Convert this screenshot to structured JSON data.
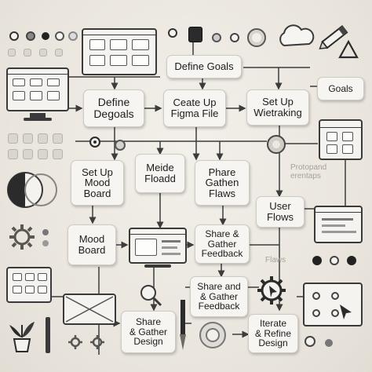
{
  "nodes": {
    "define_goals_top": "Define Goals",
    "define_degoals": "Define\nDegoals",
    "ceate_up_figma": "Ceate Up\nFigma File",
    "set_up_wietraking": "Set Up\nWietraking",
    "goals": "Goals",
    "set_up_mood_board": "Set Up\nMood\nBoard",
    "meide_floadd": "Meide\nFloadd",
    "phare_gathen_flaws": "Phare\nGathen\nFlaws",
    "user_flows": "User\nFlows",
    "mood_board": "Mood\nBoard",
    "share_gather_feedback_1": "Share &\nGather\nFeedback",
    "share_and_gather_feedback": "Share and\n& Gather\nFeedback",
    "share_gather_design": "Share\n& Gather\nDesign",
    "iterate_refine_design": "Iterate\n& Refine\nDesign"
  },
  "faint_labels": {
    "protopand": "Protopand\nerentaps",
    "flaws_ghost": "Flaws"
  },
  "colors": {
    "background": "#ece8e1",
    "card": "#f6f5f2",
    "ink": "#1c1c1c",
    "line": "#3c3c3c"
  },
  "icons": [
    "cloud-icon",
    "pencil-icon",
    "triangle-icon",
    "gear-icon",
    "monitor-icon",
    "magnifier-icon",
    "cursor-icon",
    "plant-icon",
    "calendar-icon",
    "moon-icon",
    "image-icon",
    "paintbrush-icon"
  ]
}
